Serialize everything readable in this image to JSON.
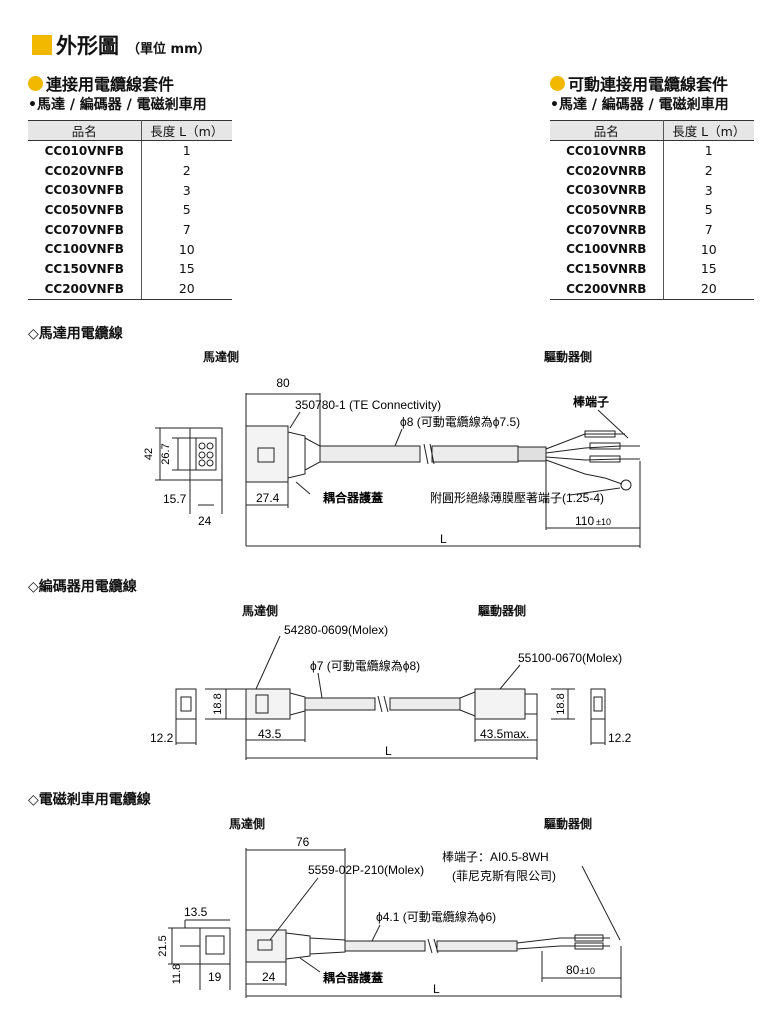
{
  "header": {
    "title": "外形圖",
    "unit": "（單位 mm）"
  },
  "left_kit": {
    "title": "連接用電纜線套件",
    "subtitle": "•馬達 / 編碼器 / 電磁剎車用",
    "columns": [
      "品名",
      "長度 L（m）"
    ],
    "rows": [
      [
        "CC010VNFB",
        "1"
      ],
      [
        "CC020VNFB",
        "2"
      ],
      [
        "CC030VNFB",
        "3"
      ],
      [
        "CC050VNFB",
        "5"
      ],
      [
        "CC070VNFB",
        "7"
      ],
      [
        "CC100VNFB",
        "10"
      ],
      [
        "CC150VNFB",
        "15"
      ],
      [
        "CC200VNFB",
        "20"
      ]
    ]
  },
  "right_kit": {
    "title": "可動連接用電纜線套件",
    "subtitle": "•馬達 / 編碼器 / 電磁剎車用",
    "columns": [
      "品名",
      "長度 L（m）"
    ],
    "rows": [
      [
        "CC010VNRB",
        "1"
      ],
      [
        "CC020VNRB",
        "2"
      ],
      [
        "CC030VNRB",
        "3"
      ],
      [
        "CC050VNRB",
        "5"
      ],
      [
        "CC070VNRB",
        "7"
      ],
      [
        "CC100VNRB",
        "10"
      ],
      [
        "CC150VNRB",
        "15"
      ],
      [
        "CC200VNRB",
        "20"
      ]
    ]
  },
  "motor": {
    "section": "◇馬達用電纜線",
    "left_label": "馬達側",
    "right_label": "驅動器側",
    "dim_80": "80",
    "connector": "350780-1 (TE Connectivity)",
    "cable": "ϕ8 (可動電纜線為ϕ7.5)",
    "terminal": "棒端子",
    "d42": "42",
    "d267": "26.7",
    "d157": "15.7",
    "d24": "24",
    "d274": "27.4",
    "cover": "耦合器護蓋",
    "ring": "附圓形絕緣薄膜壓著端子(1.25-4)",
    "d110": "110",
    "tol": "±10",
    "L": "L"
  },
  "encoder": {
    "section": "◇編碼器用電纜線",
    "left_label": "馬達側",
    "right_label": "驅動器側",
    "connector_left": "54280-0609(Molex)",
    "connector_right": "55100-0670(Molex)",
    "cable": "ϕ7 (可動電纜線為ϕ8)",
    "d188a": "18.8",
    "d188b": "18.8",
    "d122a": "12.2",
    "d122b": "12.2",
    "d435": "43.5",
    "d435max": "43.5max.",
    "L": "L"
  },
  "brake": {
    "section": "◇電磁剎車用電纜線",
    "left_label": "馬達側",
    "right_label": "驅動器側",
    "d76": "76",
    "terminal": "棒端子：AI0.5-8WH",
    "maker": "(菲尼克斯有限公司)",
    "connector": "5559-02P-210(Molex)",
    "cable": "ϕ4.1 (可動電纜線為ϕ6)",
    "d135": "13.5",
    "d215": "21.5",
    "d118": "11.8",
    "d19": "19",
    "d24": "24",
    "cover": "耦合器護蓋",
    "d80": "80",
    "tol": "±10",
    "L": "L"
  }
}
